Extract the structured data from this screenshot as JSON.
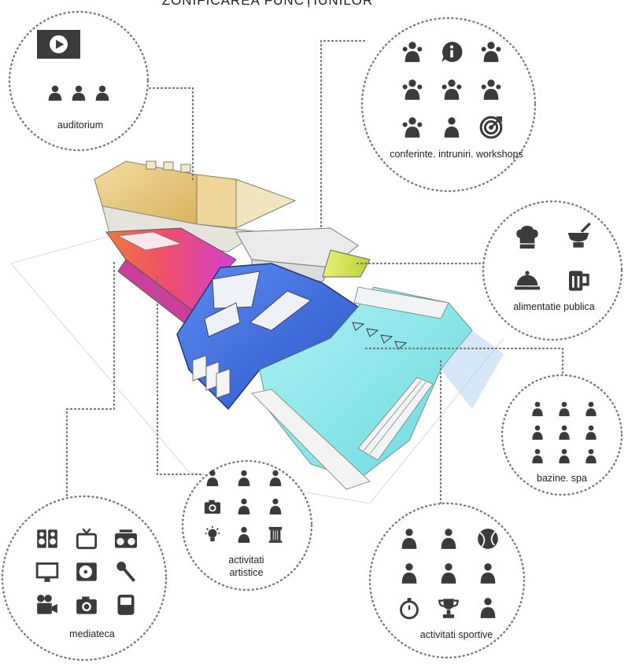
{
  "title": "ZONIFICAREA FUNCȚIUNILOR",
  "colors": {
    "building_yellow": "#e9c77a",
    "building_orange": "#f08a4a",
    "building_magenta": "#e64fb0",
    "building_blue": "#3f6fe0",
    "pool_cyan": "#7fe3e8",
    "wing_lime": "#cde04a",
    "icon_dark": "#3b3b3b",
    "dotted_line": "#7a7a7a"
  },
  "zones": [
    {
      "id": "auditorium",
      "label": "auditorium",
      "icons": [
        "screen-play-icon",
        "audience-person-icon",
        "audience-person-icon",
        "audience-person-icon"
      ]
    },
    {
      "id": "conferinte",
      "label": "conferinte. intruniri. workshops",
      "icons": [
        "team-network-icon",
        "info-bubble-icon",
        "exchange-people-icon",
        "presenter-icon",
        "growth-team-icon",
        "meeting-table-icon",
        "lecture-desk-icon",
        "gear-idea-icon",
        "target-icon"
      ]
    },
    {
      "id": "alimentatie",
      "label": "alimentatie publica",
      "icons": [
        "chef-hat-icon",
        "mortar-pestle-icon",
        "food-cloche-icon",
        "beer-mug-icon"
      ]
    },
    {
      "id": "bazine",
      "label": "bazine. spa",
      "icons": [
        "leaf-icon",
        "massage-icon",
        "water-drop-icon",
        "spa-face-icon",
        "flower-icon",
        "face-mask-icon",
        "spa-candles-icon",
        "spa-bowl-icon",
        "spa-stones-icon"
      ]
    },
    {
      "id": "sportive",
      "label": "activitati sportive",
      "icons": [
        "swimmer-icon",
        "gymnast-icon",
        "tennis-ball-icon",
        "muscle-arm-icon",
        "tennis-racket-icon",
        "cyclist-icon",
        "stopwatch-icon",
        "trophy-icon",
        "strongman-icon"
      ]
    },
    {
      "id": "artistice",
      "label_line1": "activitati",
      "label_line2": "artistice",
      "icons": [
        "feather-pen-icon",
        "palette-icon",
        "lyre-icon",
        "camera-icon",
        "movie-camera-icon",
        "theater-masks-icon",
        "lightbulb-icon",
        "gears-icon",
        "column-icon"
      ]
    },
    {
      "id": "mediateca",
      "label": "mediateca",
      "icons": [
        "speakers-icon",
        "tv-icon",
        "boombox-icon",
        "monitor-icon",
        "turntable-icon",
        "microphone-icon",
        "video-camera-icon",
        "photo-camera-icon",
        "walkman-icon"
      ]
    }
  ]
}
